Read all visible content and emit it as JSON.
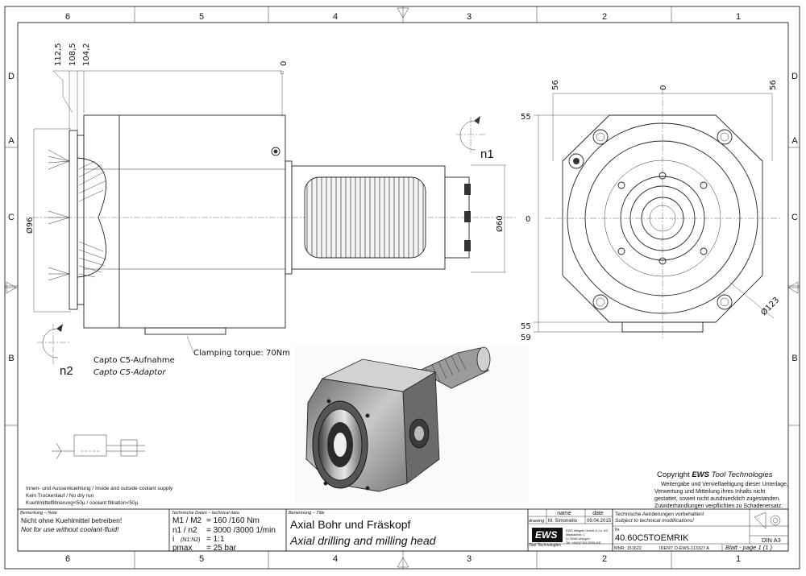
{
  "zones": {
    "columns": [
      "6",
      "5",
      "4",
      "3",
      "2",
      "1"
    ],
    "rows": [
      "D",
      "C",
      "B",
      "A"
    ]
  },
  "side_view": {
    "dims_top": [
      "112,5",
      "108,5",
      "104,2"
    ],
    "zero": "0",
    "dia_left": "Ø96",
    "dia_right": "Ø60",
    "rot_n1": "n1",
    "rot_n2": "n2",
    "capto_de": "Capto C5-Aufnahme",
    "capto_en": "Capto C5-Adaptor",
    "clamping": "Clamping torque: 70Nm"
  },
  "front_view": {
    "dim_56_left": "56",
    "dim_zero_top": "0",
    "dim_56_right": "56",
    "dim_55_top": "55",
    "dim_zero_left": "0",
    "dim_55_bottom": "55",
    "dim_59": "59",
    "dia_123": "Ø123"
  },
  "coolant": {
    "line1": "Innen- und Aussenkuehlung / Inside and outside coolant supply",
    "line2": "Kein Trockenlauf / No dry run",
    "line3": "Kuehlmittelfiltrierung<50µ / coolant filtration<50µ"
  },
  "copyright": {
    "prefix": "Copyright ",
    "brand": "EWS",
    "suffix": " Tool Technologies",
    "l1": "Weitergabe und Vervielfaeltigung dieser Unterlage,",
    "l2": "Verwertung und Mitteilung ihres Inhalts nicht",
    "l3": "gestattet, soweit nicht ausdruecklich zugestanden.",
    "l4": "Zuwiderhandlungen verpflichten zu Schadenersatz."
  },
  "title_block": {
    "remark_hdr": "Bemerkung – Note",
    "remark_de": "Nicht ohne Kuehlmittel betreiben!",
    "remark_en": "Not for use without coolant-fluid!",
    "tech_hdr": "Technische Daten – technical data",
    "m_label": "M1 / M2",
    "m_val": "= 160 /160 Nm",
    "n_label": "n1 / n2",
    "n_val": "= 3000 /3000  1/min",
    "i_label": "i",
    "i_sub": "(N1:N2)",
    "i_val": "= 1:1",
    "p_label": "pmax",
    "p_val": "=  25  bar",
    "title_hdr": "Benennung – Title",
    "title_de": "Axial Bohr und Fräskopf",
    "title_en": "Axial drilling and milling head",
    "col_name": "name",
    "col_date": "date",
    "row_drawing": "drawing",
    "drawer": "M. Simoniello",
    "date": "09.04.2015",
    "logo": "EWS",
    "logo_sub": "Tool Technologies",
    "company_l1": "EWS Weigele GmbH & Co. KG",
    "company_l2": "Maybachstr. 1",
    "company_l3": "D-73066 Uhingen",
    "company_l4": "Tel. +49(0)7161/3009-100",
    "change_de": "Technische Aenderungen vorbehalten!",
    "change_en": "Subject to technical modifications!",
    "nr_label": "Nr.",
    "part_no": "40.60C5TOEMRIK",
    "format": "DIN A3",
    "mnr": "MNR: 151622",
    "ident": "IDENT: D-EWS-113327 A",
    "sheet": "Blatt - page  1 (1 )"
  }
}
